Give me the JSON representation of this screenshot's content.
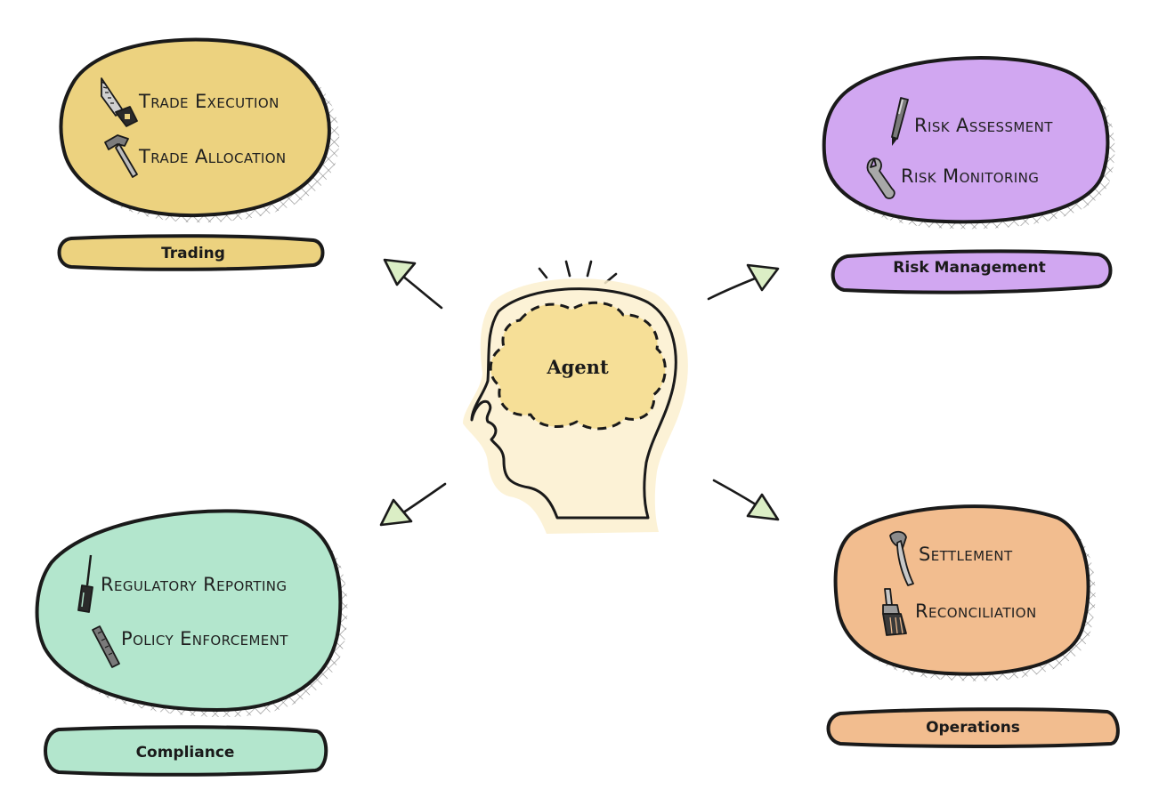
{
  "agent": {
    "label": "Agent"
  },
  "colors": {
    "trading": "#ecd27f",
    "risk": "#d1a7f1",
    "compliance": "#b3e6cd",
    "operations": "#f2bd8f",
    "head_fill": "#fcf2d6",
    "brain_fill": "#f6df97",
    "arrowhead_fill": "#dbeec5",
    "outline": "#1a1a1a"
  },
  "domains": {
    "trading": {
      "label": "Trading",
      "tools": [
        {
          "label": "Trade Execution",
          "icon": "saw-icon"
        },
        {
          "label": "Trade Allocation",
          "icon": "hammer-icon"
        }
      ]
    },
    "risk": {
      "label": "Risk Management",
      "tools": [
        {
          "label": "Risk Assessment",
          "icon": "pen-icon"
        },
        {
          "label": "Risk Monitoring",
          "icon": "wrench-icon"
        }
      ]
    },
    "compliance": {
      "label": "Compliance",
      "tools": [
        {
          "label": "Regulatory Reporting",
          "icon": "screwdriver-icon"
        },
        {
          "label": "Policy Enforcement",
          "icon": "ruler-icon"
        }
      ]
    },
    "operations": {
      "label": "Operations",
      "tools": [
        {
          "label": "Settlement",
          "icon": "axe-icon"
        },
        {
          "label": "Reconciliation",
          "icon": "paintbrush-icon"
        }
      ]
    }
  }
}
